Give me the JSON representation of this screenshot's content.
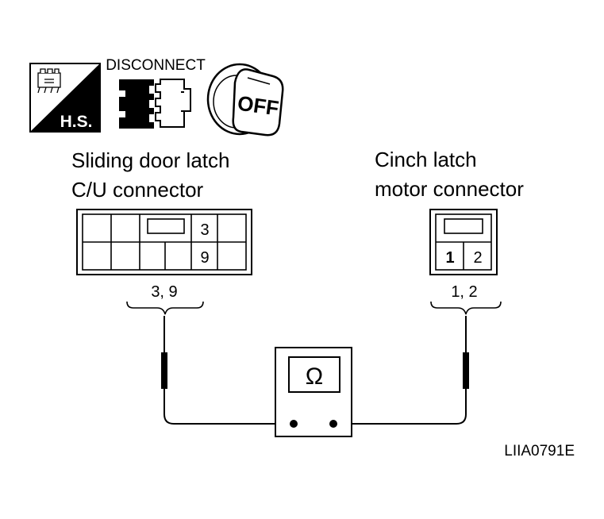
{
  "icons": {
    "hs": {
      "text": "H.S.",
      "icon": "hand-on-connector-icon"
    },
    "disconnect": {
      "text": "DISCONNECT",
      "icon": "disconnect-connector-icon"
    },
    "ignition": {
      "text": "OFF",
      "icon": "ignition-key-icon"
    }
  },
  "left_connector": {
    "title_line1": "Sliding door latch",
    "title_line2": "C/U connector",
    "pin_top": "3",
    "pin_bottom": "9",
    "probe_label": "3, 9"
  },
  "right_connector": {
    "title_line1": "Cinch latch",
    "title_line2": "motor connector",
    "pin_left": "1",
    "pin_right": "2",
    "probe_label": "1, 2"
  },
  "meter": {
    "symbol": "Ω"
  },
  "figure_code": "LIIA0791E"
}
